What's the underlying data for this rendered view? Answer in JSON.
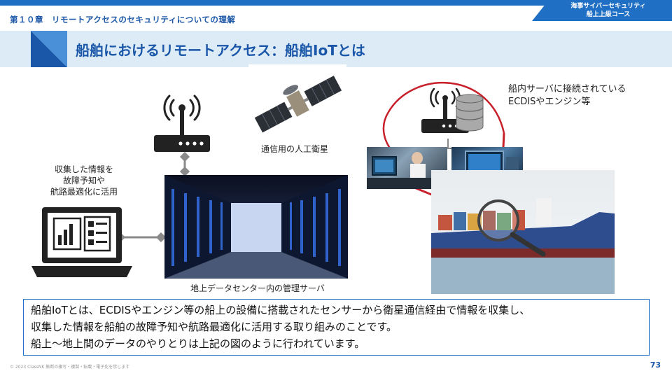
{
  "header": {
    "chapter": "第１０章　リモートアクセスのセキュリティについての理解",
    "course_line1": "海事サイバーセキュリティ",
    "course_line2": "船上上級コース",
    "title": "船舶におけるリモートアクセス：船舶IoTとは"
  },
  "diagram": {
    "satellite_label": "通信用の人工衛星",
    "datacenter_label": "地上データセンター内の管理サーバ",
    "laptop_label_line1": "収集した情報を",
    "laptop_label_line2": "故障予知や",
    "laptop_label_line3": "航路最適化に活用",
    "ship_server_label_line1": "船内サーバに接続されている",
    "ship_server_label_line2": "ECDISやエンジン等"
  },
  "body_text": {
    "line1": "船舶IoTとは、ECDISやエンジン等の船上の設備に搭載されたセンサーから衛星通信経由で情報を収集し、",
    "line2": "収集した情報を船舶の故障予知や航路最適化に活用する取り組みのことです。",
    "line3": "船上～地上間のデータのやりとりは上記の図のように行われています。"
  },
  "footer": {
    "copyright": "© 2023 ClassNK 無断の複写・複製・転載・電子化を禁じます",
    "page": "73"
  },
  "colors": {
    "accent": "#1f6fc5",
    "title_band": "#ddebf7",
    "highlight_red": "#c8202a"
  }
}
